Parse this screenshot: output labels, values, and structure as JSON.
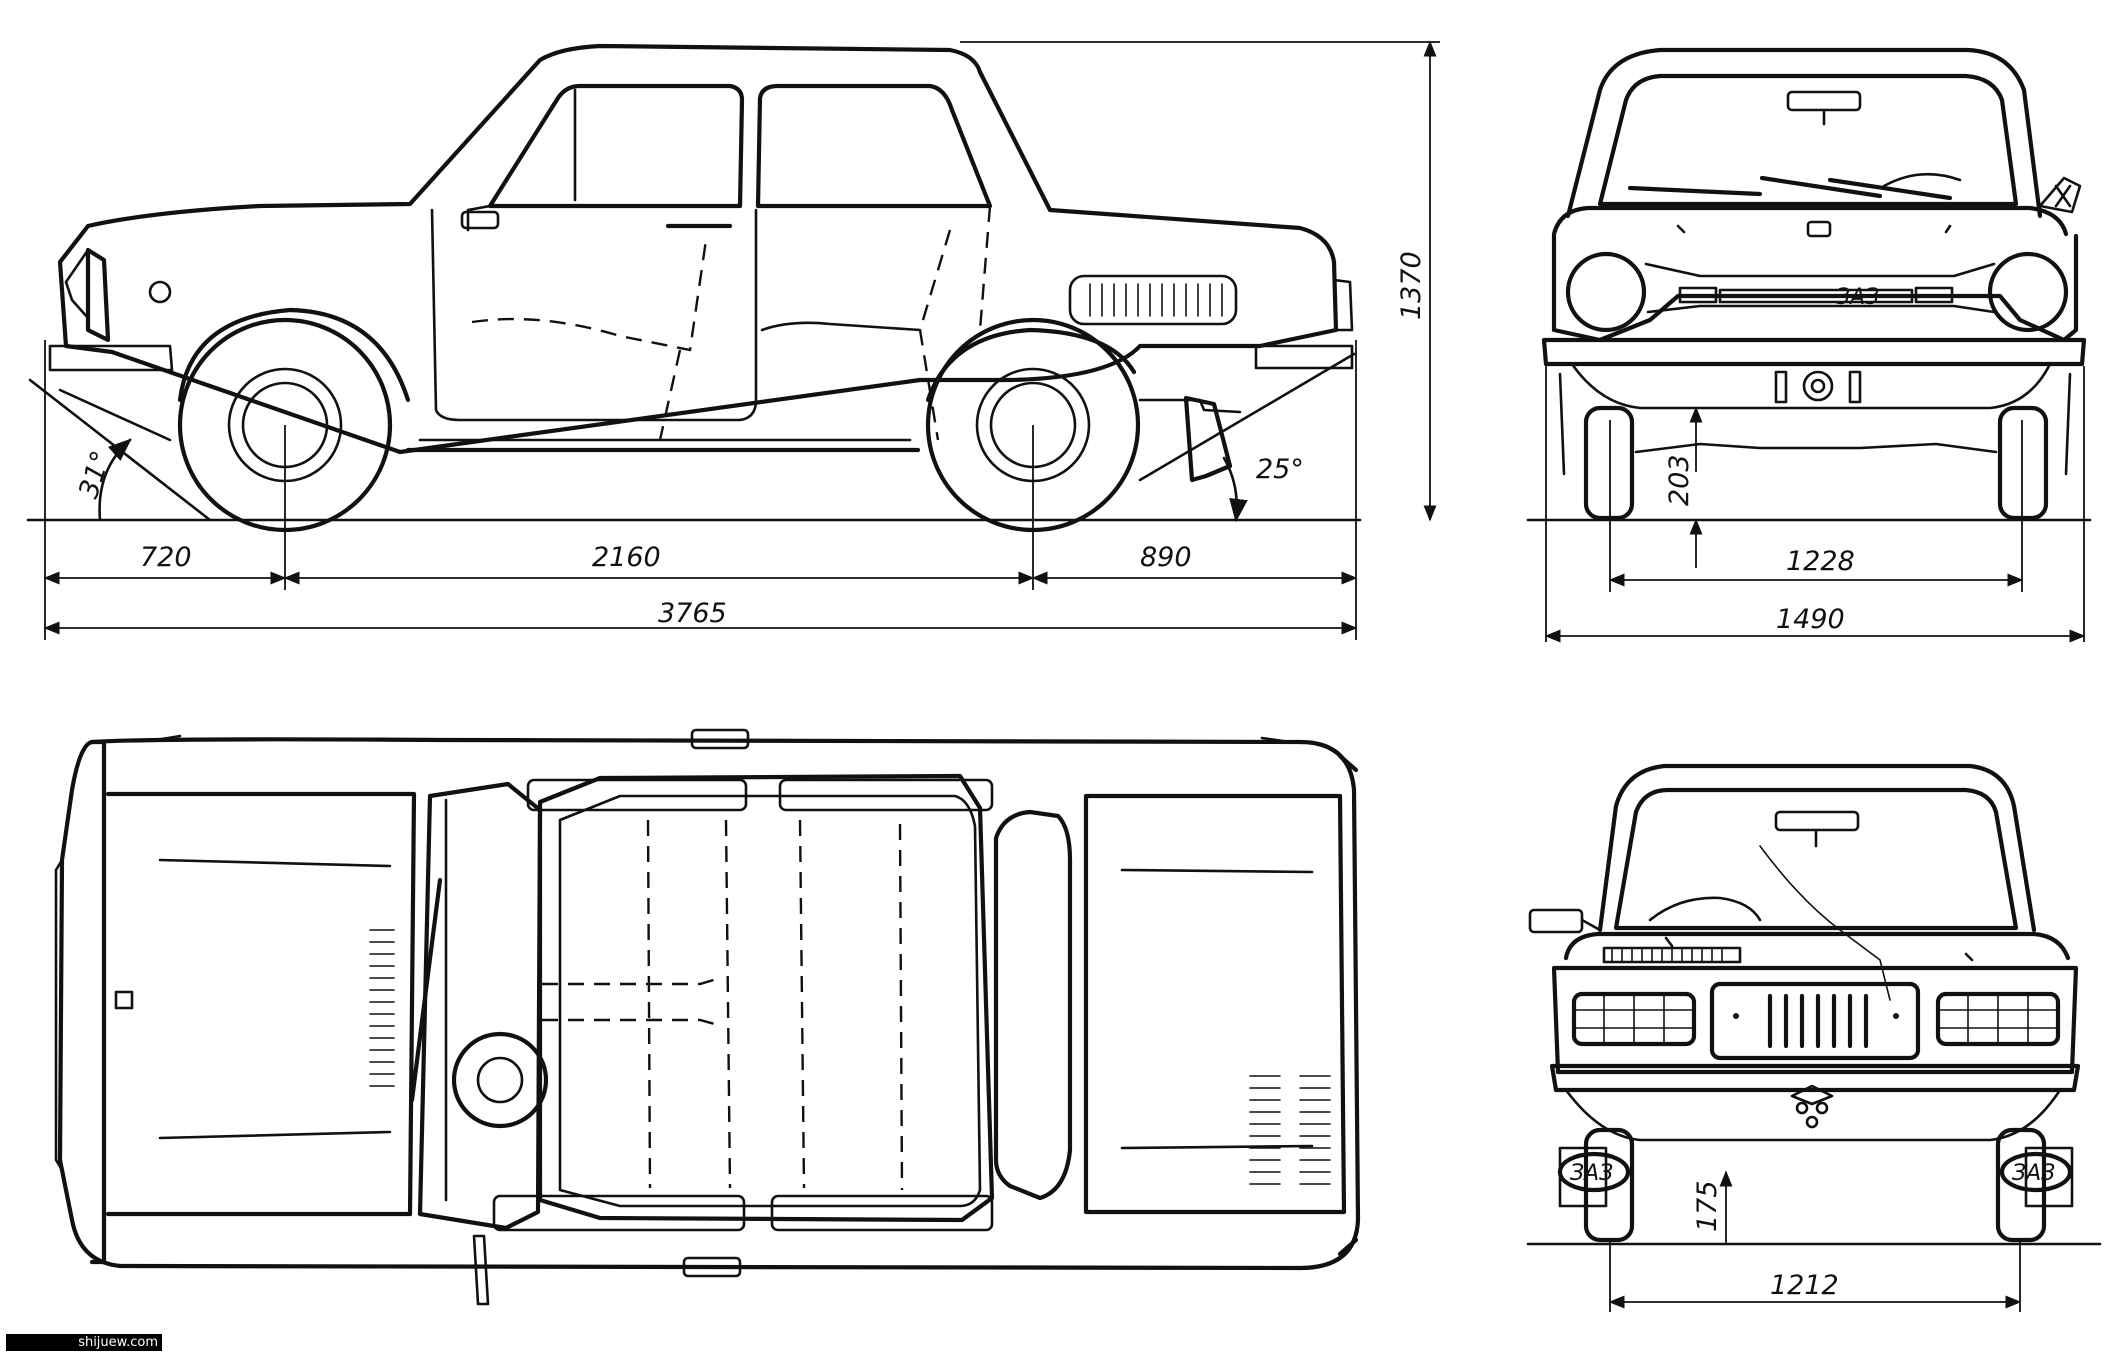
{
  "views": {
    "side": {
      "dims": {
        "front_overhang": "720",
        "wheelbase": "2160",
        "rear_overhang": "890",
        "overall_length": "3765",
        "height": "1370",
        "approach_angle": "31°",
        "departure_angle": "25°"
      }
    },
    "front": {
      "dims": {
        "ground_clearance": "203",
        "track": "1228",
        "overall_width": "1490"
      },
      "badge": "ЗАЗ"
    },
    "rear": {
      "dims": {
        "ground_clearance": "175",
        "track": "1212"
      },
      "plate_left": "ЗАЗ",
      "plate_right": "ЗАЗ"
    }
  },
  "watermark": "shijuew.com"
}
